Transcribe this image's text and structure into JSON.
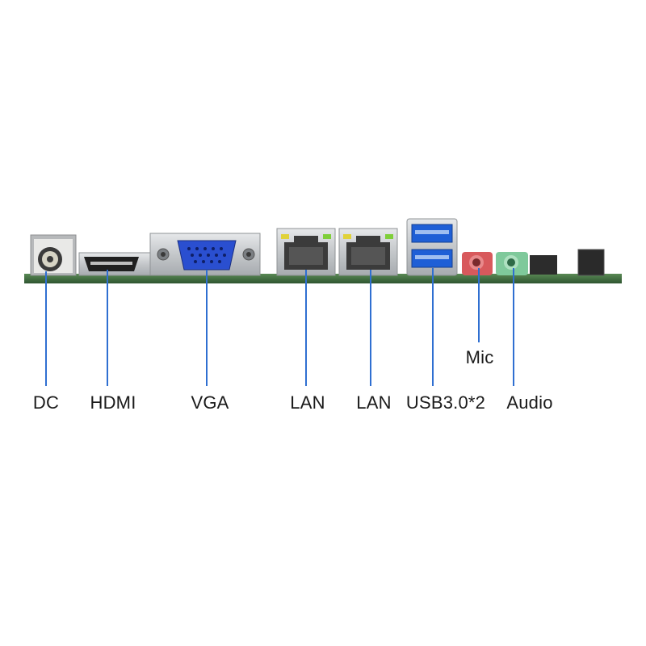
{
  "labels": {
    "dc": "DC",
    "hdmi": "HDMI",
    "vga": "VGA",
    "lan1": "LAN",
    "lan2": "LAN",
    "usb": "USB3.0*2",
    "mic": "Mic",
    "audio": "Audio"
  },
  "colors": {
    "pcb": "#3f6b3c",
    "leader": "#2f6fd1",
    "metal": "#c9cccf",
    "vga_port": "#2a4fd0",
    "usb_port": "#1e5fd6",
    "mic_jack": "#d8595c",
    "audio_jack": "#7fc99b"
  }
}
